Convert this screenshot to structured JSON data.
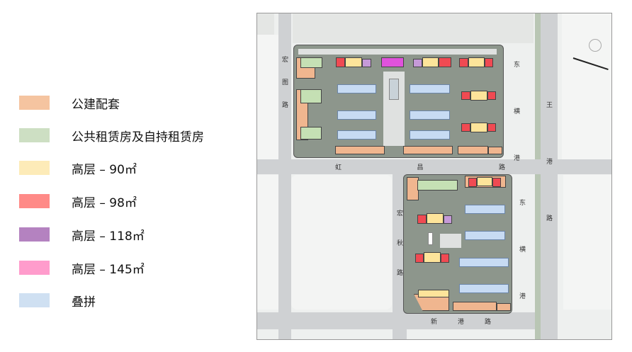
{
  "legend": [
    {
      "label": "公建配套",
      "color": "#f5c4a0"
    },
    {
      "label": "公共租赁房及自持租赁房",
      "color": "#cddfc3"
    },
    {
      "label": "高层 – 90㎡",
      "color": "#fdebb8"
    },
    {
      "label": "高层 – 98㎡",
      "color": "#ff8a87"
    },
    {
      "label": "高层 – 118㎡",
      "color": "#b482c0"
    },
    {
      "label": "高层 – 145㎡",
      "color": "#ff9ccc"
    },
    {
      "label": "叠拼",
      "color": "#cfe0f2"
    }
  ],
  "map": {
    "roads": {
      "west": [
        "宏",
        "图",
        "路"
      ],
      "middle": [
        "虹",
        "昌",
        "路"
      ],
      "inner": [
        "宏",
        "秋",
        "路"
      ],
      "east_canal": [
        "东",
        "横",
        "港"
      ],
      "east_canal_south": [
        "东",
        "横",
        "港"
      ],
      "far_east": [
        "王",
        "港",
        "路"
      ],
      "south": [
        "新",
        "港",
        "路"
      ]
    }
  }
}
